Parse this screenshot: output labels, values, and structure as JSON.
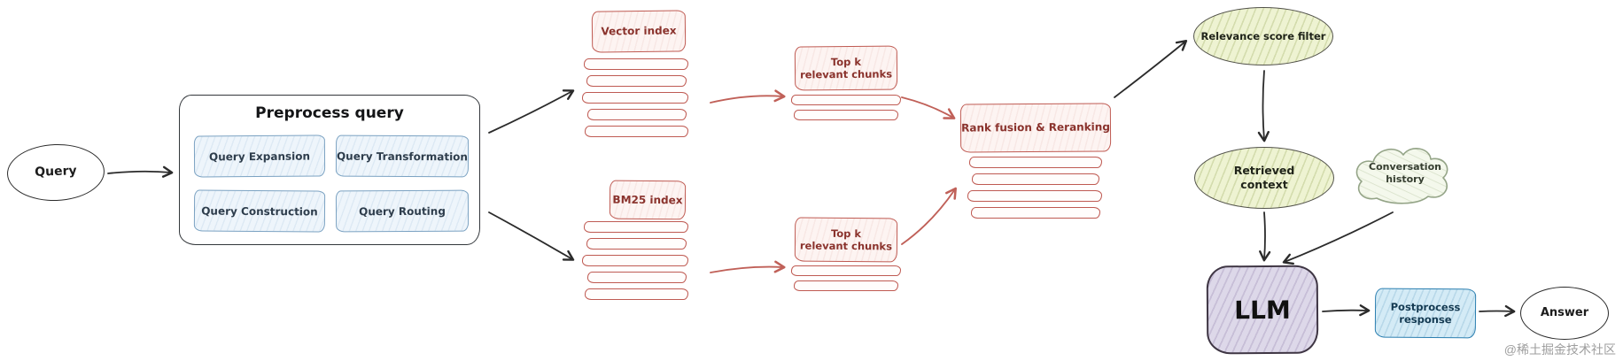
{
  "nodes": {
    "query": "Query",
    "preprocess_title": "Preprocess query",
    "query_expansion": "Query Expansion",
    "query_transformation": "Query Transformation",
    "query_construction": "Query Construction",
    "query_routing": "Query Routing",
    "vector_index": "Vector index",
    "bm25_index": "BM25 index",
    "topk_top": "Top k\nrelevant chunks",
    "topk_bottom": "Top k\nrelevant chunks",
    "rank_fusion": "Rank fusion & Reranking",
    "relevance_filter": "Relevance score filter",
    "retrieved_context": "Retrieved\ncontext",
    "conversation_history": "Conversation\nhistory",
    "llm": "LLM",
    "postprocess": "Postprocess\nresponse",
    "answer": "Answer"
  },
  "watermark": "@稀土掘金技术社区",
  "colors": {
    "stroke_black": "#2b2b2b",
    "red_accent": "#bf5a52",
    "red_text": "#8a322c",
    "blue_inner_border": "#7ba2c2",
    "blue_box_border": "#2c7fb0",
    "green_fill": "#eef3d2",
    "purple_fill": "#ddd8e9",
    "watermark_gray": "#9e9e9e"
  }
}
